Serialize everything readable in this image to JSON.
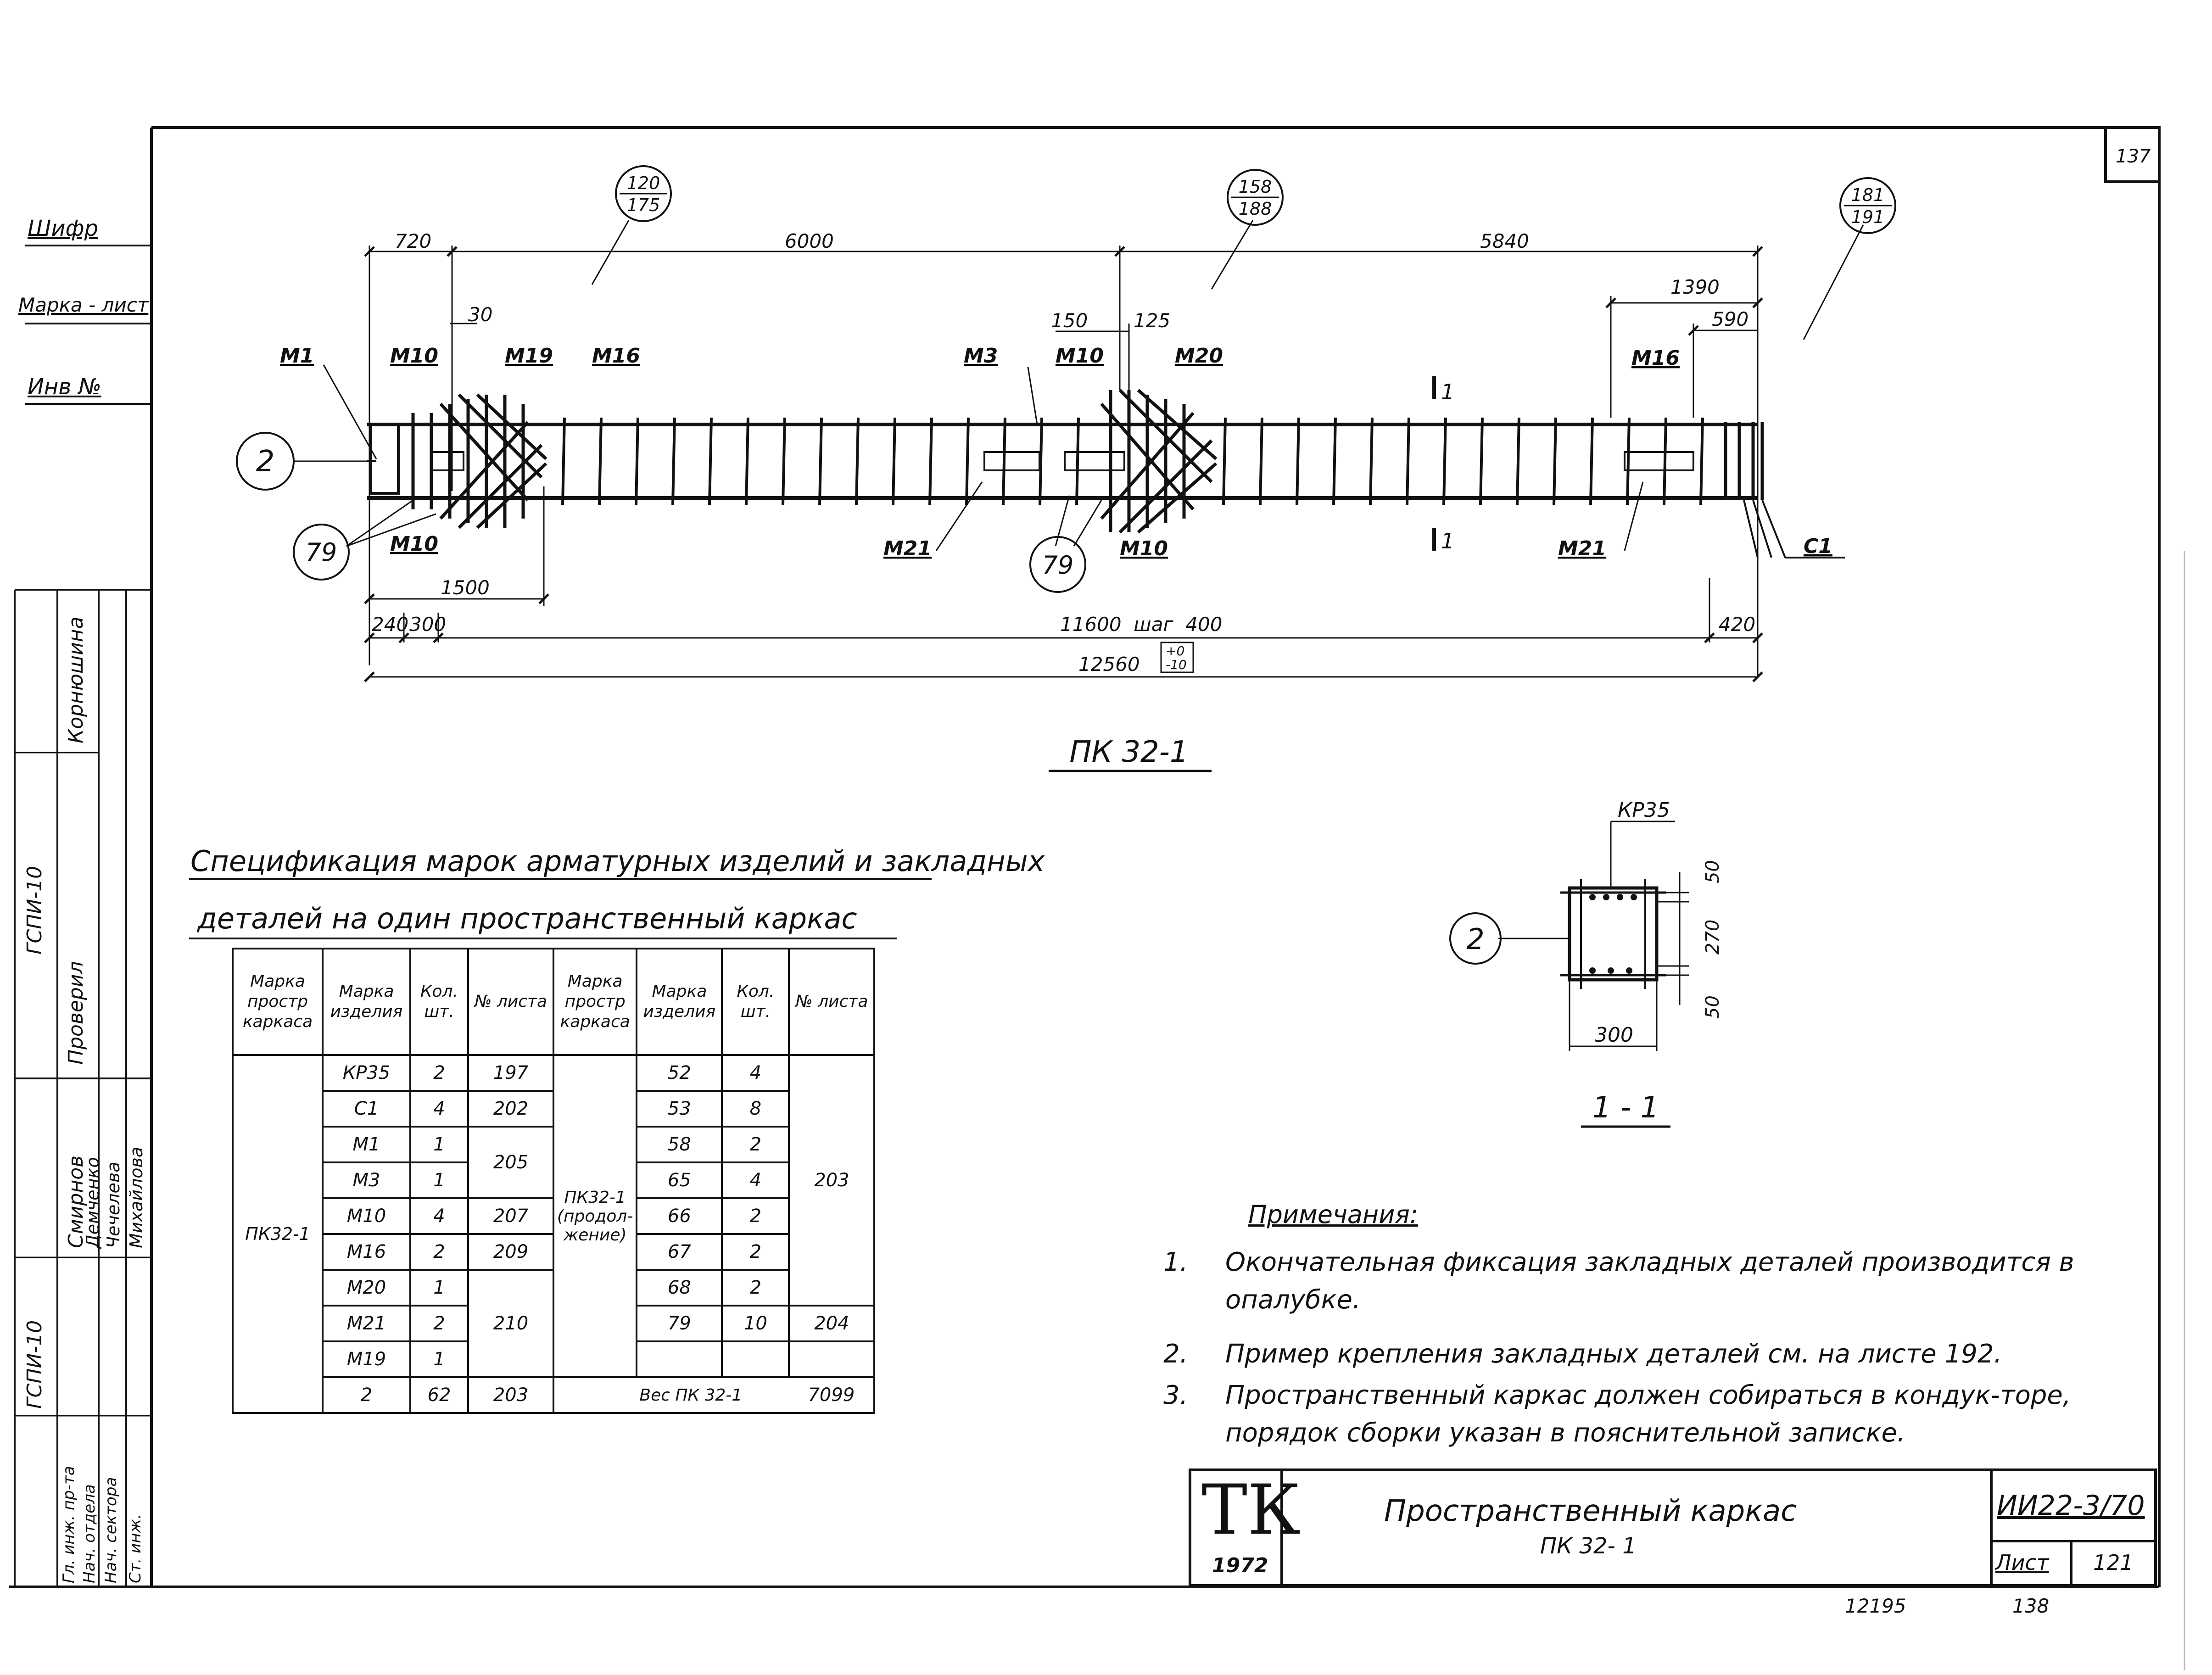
{
  "sheet": {
    "top_right_number": "137",
    "bottom_left_code": "12195",
    "bottom_right_code": "138"
  },
  "left_stamp": {
    "rows": [
      "Шифр",
      "Марка - лист",
      "Инв №"
    ],
    "org_top": "ГСПИ-10",
    "org_bottom": "ГСПИ-10",
    "names_top": [
      "Корнюшина",
      "Проверил"
    ],
    "names_bottom": [
      "Смирнов",
      "Демченко",
      "Чечелева",
      "Михайлова"
    ],
    "roles_bottom": [
      "Гл. инж. пр-та",
      "Нач. отдела",
      "Нач. сектора",
      "Ст. инж."
    ]
  },
  "drawing": {
    "title": "ПК 32-1",
    "bubbles": [
      {
        "top": "120",
        "bottom": "175"
      },
      {
        "top": "158",
        "bottom": "188"
      },
      {
        "top": "181",
        "bottom": "191"
      }
    ],
    "circle_2": "2",
    "circle_79": "79",
    "dims_top": [
      "720",
      "6000",
      "5840"
    ],
    "dims_mid": [
      "30",
      "150",
      "125",
      "1390",
      "590"
    ],
    "dims_bottom": [
      "1500",
      "240",
      "300",
      "11600  шаг  400",
      "420",
      "12560"
    ],
    "tol_plus": "+0",
    "tol_minus": "-10",
    "labels": [
      "М1",
      "М10",
      "М19",
      "М16",
      "М3",
      "М10",
      "М20",
      "М16",
      "М10",
      "М21",
      "М10",
      "М21",
      "С1"
    ],
    "section_mark": "1",
    "section": {
      "title": "1 - 1",
      "kp": "КР35",
      "dim_50_top": "50",
      "dim_270": "270",
      "dim_50_bottom": "50",
      "dim_300": "300",
      "circle": "2"
    }
  },
  "spec": {
    "title_line1": "Спецификация марок арматурных изделий и закладных",
    "title_line2": "деталей на один пространственный каркас",
    "headers": [
      "Марка простр каркаса",
      "Марка изделия",
      "Кол. шт.",
      "№ листа",
      "Марка простр каркаса",
      "Марка изделия",
      "Кол. шт.",
      "№ листа"
    ],
    "left_frame": "ПК32-1",
    "left_items": [
      {
        "mark": "КР35",
        "qty": "2"
      },
      {
        "mark": "С1",
        "qty": "4"
      },
      {
        "mark": "М1",
        "qty": "1"
      },
      {
        "mark": "М3",
        "qty": "1"
      },
      {
        "mark": "М10",
        "qty": "4"
      },
      {
        "mark": "М16",
        "qty": "2"
      },
      {
        "mark": "М20",
        "qty": "1"
      },
      {
        "mark": "М21",
        "qty": "2"
      },
      {
        "mark": "М19",
        "qty": "1"
      },
      {
        "mark": "2",
        "qty": "62"
      }
    ],
    "left_sheets": [
      "197",
      "202",
      "205",
      "207",
      "209",
      "210",
      "203"
    ],
    "right_frame": "ПК32-1 (продол-жение)",
    "right_items": [
      {
        "mark": "52",
        "qty": "4"
      },
      {
        "mark": "53",
        "qty": "8"
      },
      {
        "mark": "58",
        "qty": "2"
      },
      {
        "mark": "65",
        "qty": "4"
      },
      {
        "mark": "66",
        "qty": "2"
      },
      {
        "mark": "67",
        "qty": "2"
      },
      {
        "mark": "68",
        "qty": "2"
      },
      {
        "mark": "79",
        "qty": "10"
      }
    ],
    "right_sheets": [
      "203",
      "204"
    ],
    "weight_label": "Вес ПК 32-1",
    "weight_value": "7099"
  },
  "notes": {
    "heading": "Примечания:",
    "items": [
      {
        "n": "1.",
        "text": "Окончательная фиксация закладных деталей производится в опалубке."
      },
      {
        "n": "2.",
        "text": "Пример крепления закладных деталей см. на листе 192."
      },
      {
        "n": "3.",
        "text": "Пространственный каркас должен собираться в кондук-торе, порядок сборки указан в пояснительной записке."
      }
    ]
  },
  "title_block": {
    "logo": "ТК",
    "year": "1972",
    "name_line1": "Пространственный каркас",
    "name_line2": "ПК 32- 1",
    "code": "ИИ22-3/70",
    "list_label": "Лист",
    "list_value": "121"
  }
}
